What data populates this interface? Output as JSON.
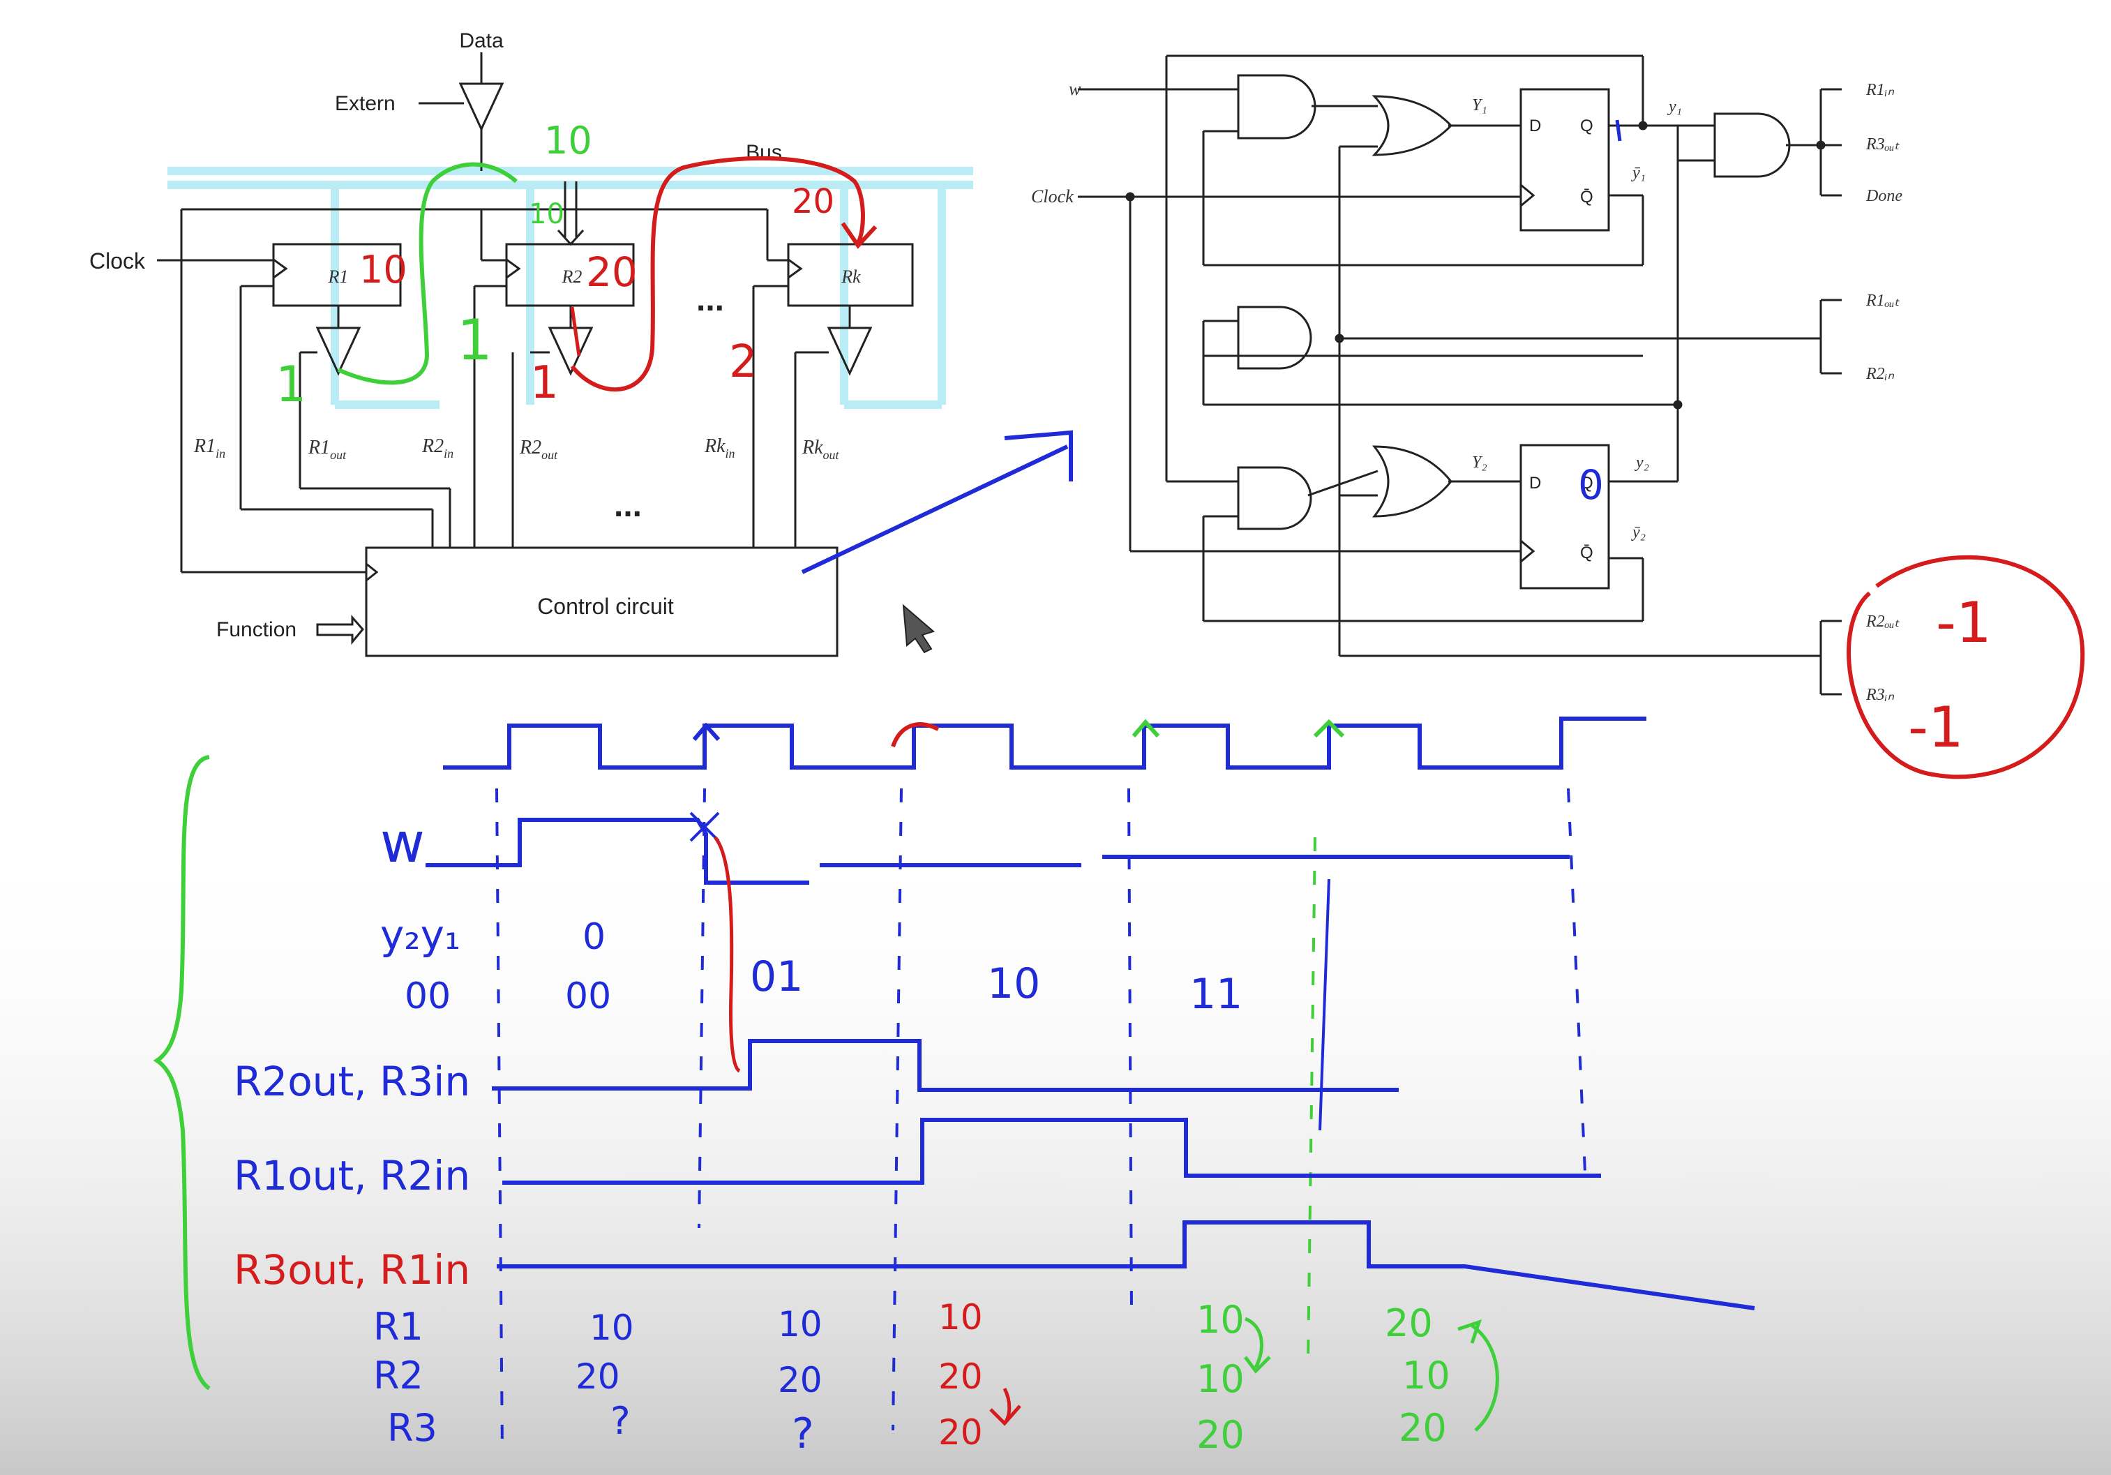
{
  "left_diagram": {
    "data_label": "Data",
    "extern_label": "Extern",
    "bus_label": "Bus",
    "clock_label": "Clock",
    "function_label": "Function",
    "control_label": "Control circuit",
    "reg_labels": [
      "R1",
      "R2",
      "Rk"
    ],
    "ellipsis": "...",
    "sig_labels": [
      {
        "main": "R1",
        "sub": "in"
      },
      {
        "main": "R1",
        "sub": "out"
      },
      {
        "main": "R2",
        "sub": "in"
      },
      {
        "main": "R2",
        "sub": "out"
      },
      {
        "main": "Rk",
        "sub": "in"
      },
      {
        "main": "Rk",
        "sub": "out"
      }
    ]
  },
  "right_circuit": {
    "w_label": "w",
    "clock_label": "Clock",
    "y1_label": "Y₁",
    "y2_label": "Y₂",
    "d_label": "D",
    "q_label": "Q",
    "qbar_label": "Q̄",
    "out_y1": "y₁",
    "out_y2": "y₂",
    "out_y1bar": "ȳ₁",
    "out_y2bar": "ȳ₂",
    "outputs": [
      "R1ᵢₙ",
      "R3ₒᵤₜ",
      "Done",
      "R1ₒᵤₜ",
      "R2ᵢₙ",
      "R2ₒᵤₜ",
      "R3ᵢₙ"
    ]
  },
  "annotations": {
    "green_top": "10",
    "green_mid": "10",
    "r1_value": "10",
    "r2_value": "20",
    "rk_value": "20",
    "ones": [
      "1",
      "1",
      "1",
      "2"
    ],
    "circle_top": "-1",
    "circle_bot": "-1",
    "q_zero": "0"
  },
  "timing": {
    "rows": [
      "w",
      "y₂y₁",
      "00",
      "R2out, R3in",
      "R1out, R2in",
      "R3out, R1in",
      "R1",
      "R2",
      "R3"
    ],
    "states": [
      "0",
      "00",
      "01",
      "10",
      "11"
    ],
    "r1": [
      "10",
      "10",
      "10",
      "10",
      "20"
    ],
    "r2": [
      "20",
      "20",
      "20",
      "10",
      "10"
    ],
    "r3": [
      "?",
      "?",
      "20",
      "20",
      "20"
    ]
  },
  "colors": {
    "ink": "#1f2bd6",
    "red": "#d41c1c",
    "green": "#3fcf3a",
    "cyan": "#b9ecf4",
    "schematic": "#222222"
  }
}
